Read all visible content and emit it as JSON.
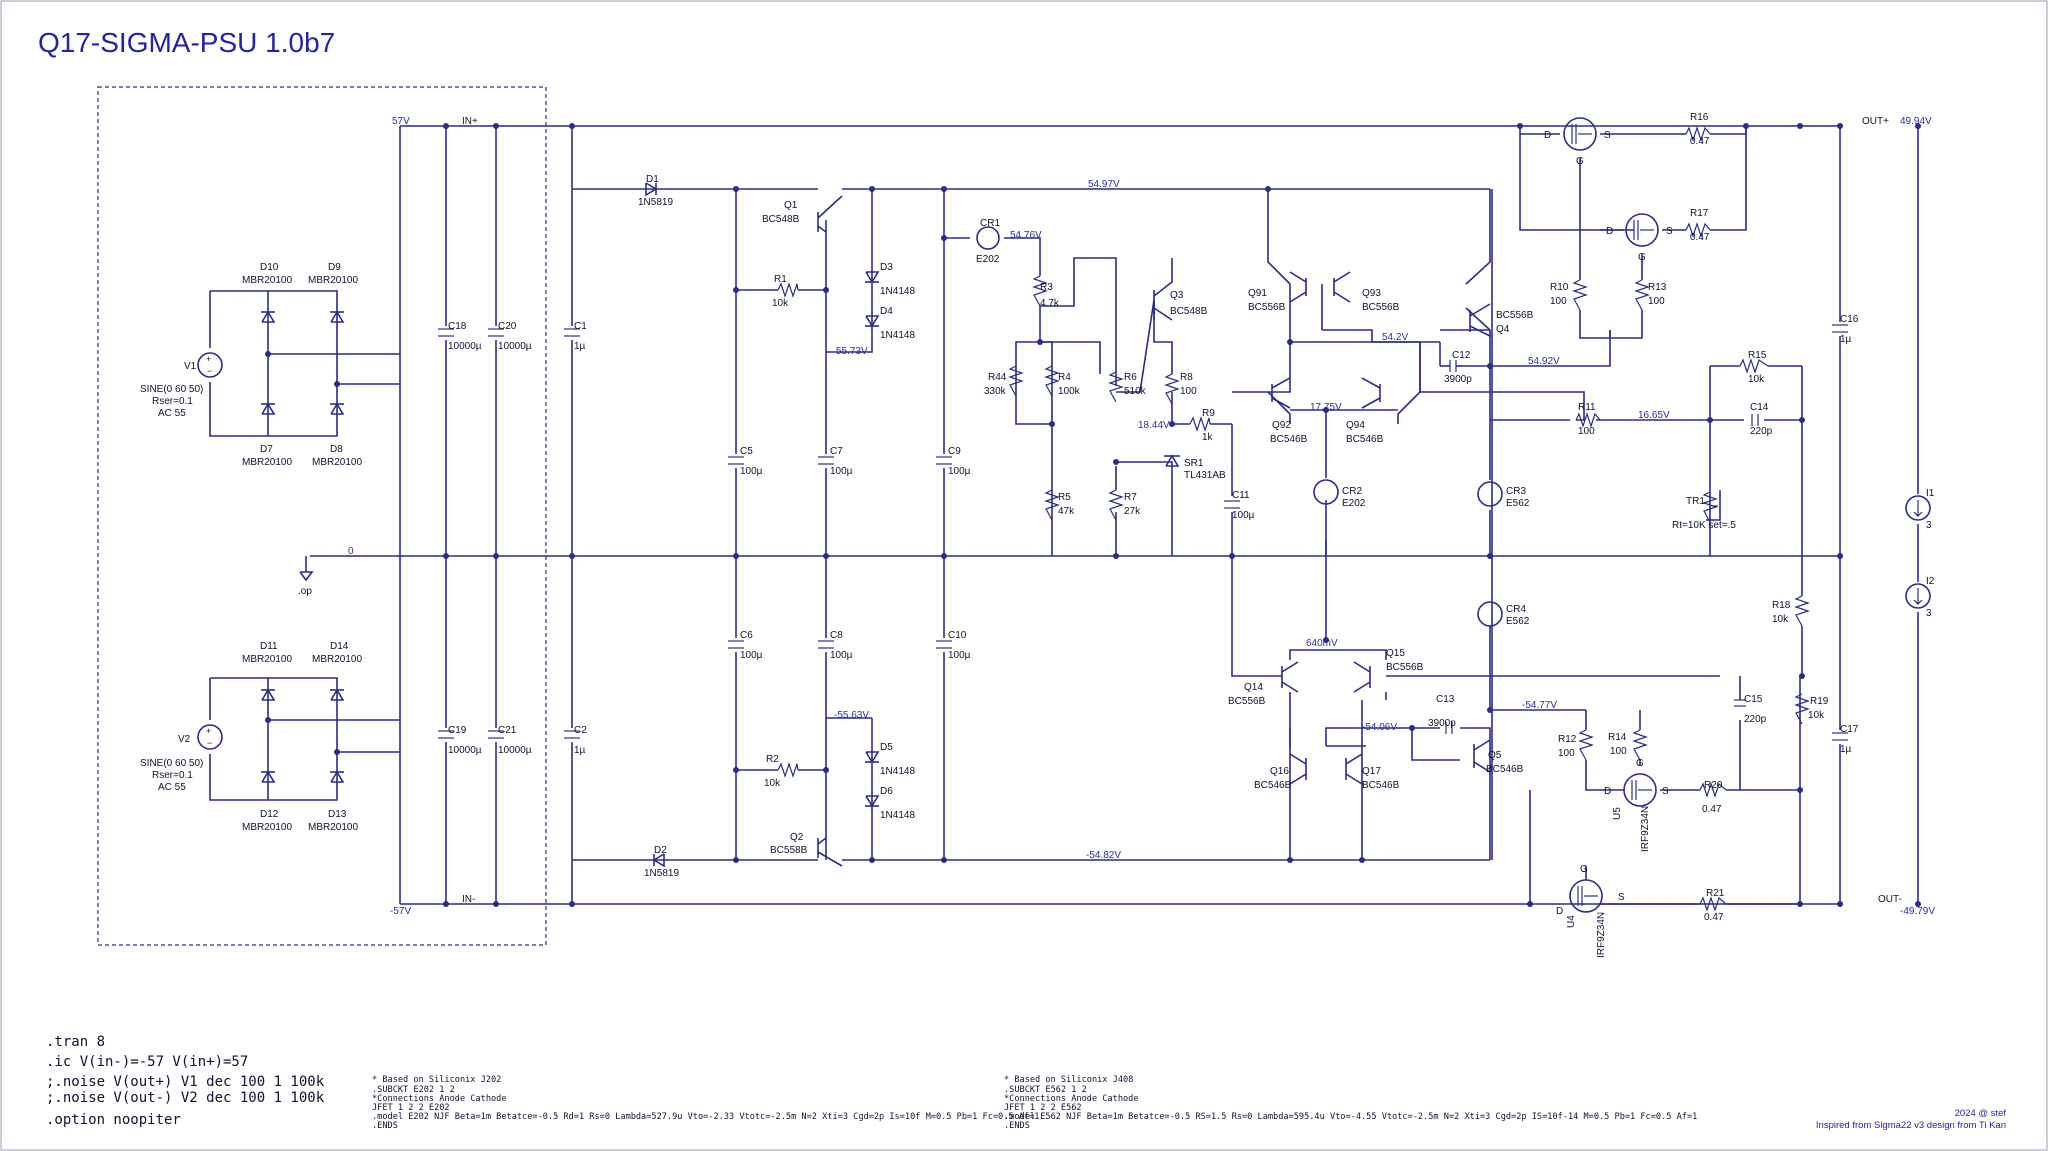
{
  "title": "Q17-SIGMA-PSU 1.0b7",
  "nets": {
    "v57": "57V",
    "vm57": "-57V",
    "inp": "IN+",
    "inm": "IN-",
    "gnd": "0",
    "op": ".op",
    "n5497": "54.97V",
    "n5476": "54.76V",
    "n5573": "55.73V",
    "n542": "54.2V",
    "n5492": "54.92V",
    "n1844": "18.44V",
    "n1775": "17.75V",
    "n1665": "16.65V",
    "n640": "640mV",
    "n5406": "-54.06V",
    "n5477": "-54.77V",
    "n5563": "-55.63V",
    "n5482": "-54.82V",
    "outp": "OUT+",
    "outm": "OUT-",
    "vout_p": "49.94V",
    "vout_m": "-49.79V"
  },
  "sources": {
    "v1": {
      "name": "V1",
      "params": [
        "SINE(0 60 50)",
        "Rser=0.1",
        "AC 55"
      ]
    },
    "v2": {
      "name": "V2",
      "params": [
        "SINE(0 60 50)",
        "Rser=0.1",
        "AC 55"
      ]
    }
  },
  "components": {
    "D10": [
      "D10",
      "MBR20100"
    ],
    "D9": [
      "D9",
      "MBR20100"
    ],
    "D7": [
      "D7",
      "MBR20100"
    ],
    "D8": [
      "D8",
      "MBR20100"
    ],
    "D11": [
      "D11",
      "MBR20100"
    ],
    "D14": [
      "D14",
      "MBR20100"
    ],
    "D12": [
      "D12",
      "MBR20100"
    ],
    "D13": [
      "D13",
      "MBR20100"
    ],
    "C18": [
      "C18",
      "10000µ"
    ],
    "C20": [
      "C20",
      "10000µ"
    ],
    "C19": [
      "C19",
      "10000µ"
    ],
    "C21": [
      "C21",
      "10000µ"
    ],
    "C1": [
      "C1",
      "1µ"
    ],
    "C2": [
      "C2",
      "1µ"
    ],
    "D1": [
      "D1",
      "1N5819"
    ],
    "D2": [
      "D2",
      "1N5819"
    ],
    "Q1": [
      "Q1",
      "BC548B"
    ],
    "Q2": [
      "Q2",
      "BC558B"
    ],
    "R1": [
      "R1",
      "10k"
    ],
    "R2": [
      "R2",
      "10k"
    ],
    "D3": [
      "D3",
      "1N4148"
    ],
    "D4": [
      "D4",
      "1N4148"
    ],
    "D5": [
      "D5",
      "1N4148"
    ],
    "D6": [
      "D6",
      "1N4148"
    ],
    "C5": [
      "C5",
      "100µ"
    ],
    "C7": [
      "C7",
      "100µ"
    ],
    "C6": [
      "C6",
      "100µ"
    ],
    "C8": [
      "C8",
      "100µ"
    ],
    "C9": [
      "C9",
      "100µ"
    ],
    "C10": [
      "C10",
      "100µ"
    ],
    "CR1": [
      "CR1",
      "E202"
    ],
    "R3": [
      "R3",
      "4.7k"
    ],
    "Q3": [
      "Q3",
      "BC548B"
    ],
    "R44": [
      "R44",
      "330k"
    ],
    "R4": [
      "R4",
      "100k"
    ],
    "R6": [
      "R6",
      "510k"
    ],
    "R8": [
      "R8",
      "100"
    ],
    "R9": [
      "R9",
      "1k"
    ],
    "SR1": [
      "SR1",
      "TL431AB"
    ],
    "R5": [
      "R5",
      "47k"
    ],
    "R7": [
      "R7",
      "27k"
    ],
    "C11": [
      "C11",
      "100µ"
    ],
    "Q91": [
      "Q91",
      "BC556B"
    ],
    "Q93": [
      "Q93",
      "BC556B"
    ],
    "Q92": [
      "Q92",
      "BC546B"
    ],
    "Q94": [
      "Q94",
      "BC546B"
    ],
    "CR2": [
      "CR2",
      "E202"
    ],
    "Q4": [
      "Q4",
      "BC556B"
    ],
    "C12": [
      "C12",
      "3900p"
    ],
    "CR3": [
      "CR3",
      "E562"
    ],
    "CR4": [
      "CR4",
      "E562"
    ],
    "R10": [
      "R10",
      "100"
    ],
    "R13": [
      "R13",
      "100"
    ],
    "R16": [
      "R16",
      "0.47"
    ],
    "R17": [
      "R17",
      "0.47"
    ],
    "R11": [
      "R11",
      "100"
    ],
    "R15": [
      "R15",
      "10k"
    ],
    "C14": [
      "C14",
      "220p"
    ],
    "C16": [
      "C16",
      "1µ"
    ],
    "TR1": [
      "TR1",
      "Rt=10K set=.5"
    ],
    "I1": [
      "I1",
      "3"
    ],
    "I2": [
      "I2",
      "3"
    ],
    "Q14": [
      "Q14",
      "BC556B"
    ],
    "Q15": [
      "Q15",
      "BC556B"
    ],
    "C13": [
      "C13",
      "3900p"
    ],
    "Q16": [
      "Q16",
      "BC546B"
    ],
    "Q17": [
      "Q17",
      "BC546B"
    ],
    "Q5": [
      "Q5",
      "BC546B"
    ],
    "R12": [
      "R12",
      "100"
    ],
    "R14": [
      "R14",
      "100"
    ],
    "U5": [
      "U5",
      "IRF9Z34N"
    ],
    "U4": [
      "U4",
      "IRF9Z34N"
    ],
    "R20": [
      "R20",
      "0.47"
    ],
    "R21": [
      "R21",
      "0.47"
    ],
    "R18": [
      "R18",
      "10k"
    ],
    "R19": [
      "R19",
      "10k"
    ],
    "C15": [
      "C15",
      "220p"
    ],
    "C17": [
      "C17",
      "1µ"
    ]
  },
  "directives": [
    ".tran 8",
    ".ic V(in-)=-57 V(in+)=57",
    ";.noise V(out+) V1 dec 100 1 100k",
    ";.noise V(out-) V2 dec 100 1 100k",
    ".option noopiter"
  ],
  "models": {
    "e202": [
      "* Based on Siliconix J202",
      ".SUBCKT E202 1    2",
      "*Connections    Anode Cathode",
      "JFET 1 2 2 E202",
      ".model E202 NJF Beta=1m Betatce=-0.5 Rd=1 Rs=0 Lambda=527.9u Vto=-2.33 Vtotc=-2.5m N=2 Xti=3 Cgd=2p Is=10f M=0.5 Pb=1 Fc=0.5 Af=1",
      ".ENDS"
    ],
    "e562": [
      "* Based on Siliconix J408",
      ".SUBCKT E562 1    2",
      "*Connections    Anode Cathode",
      "JFET 1 2 2 E562",
      ".model E562 NJF Beta=1m Betatce=-0.5 RS=1.5 Rs=0 Lambda=595.4u Vto=-4.55 Vtotc=-2.5m N=2 Xti=3 Cgd=2p IS=10f-14 M=0.5 Pb=1 Fc=0.5 Af=1",
      ".ENDS"
    ]
  },
  "credits": [
    "2024 @ stef",
    "Inspired from Sigma22 v3 design from Ti Kan"
  ]
}
